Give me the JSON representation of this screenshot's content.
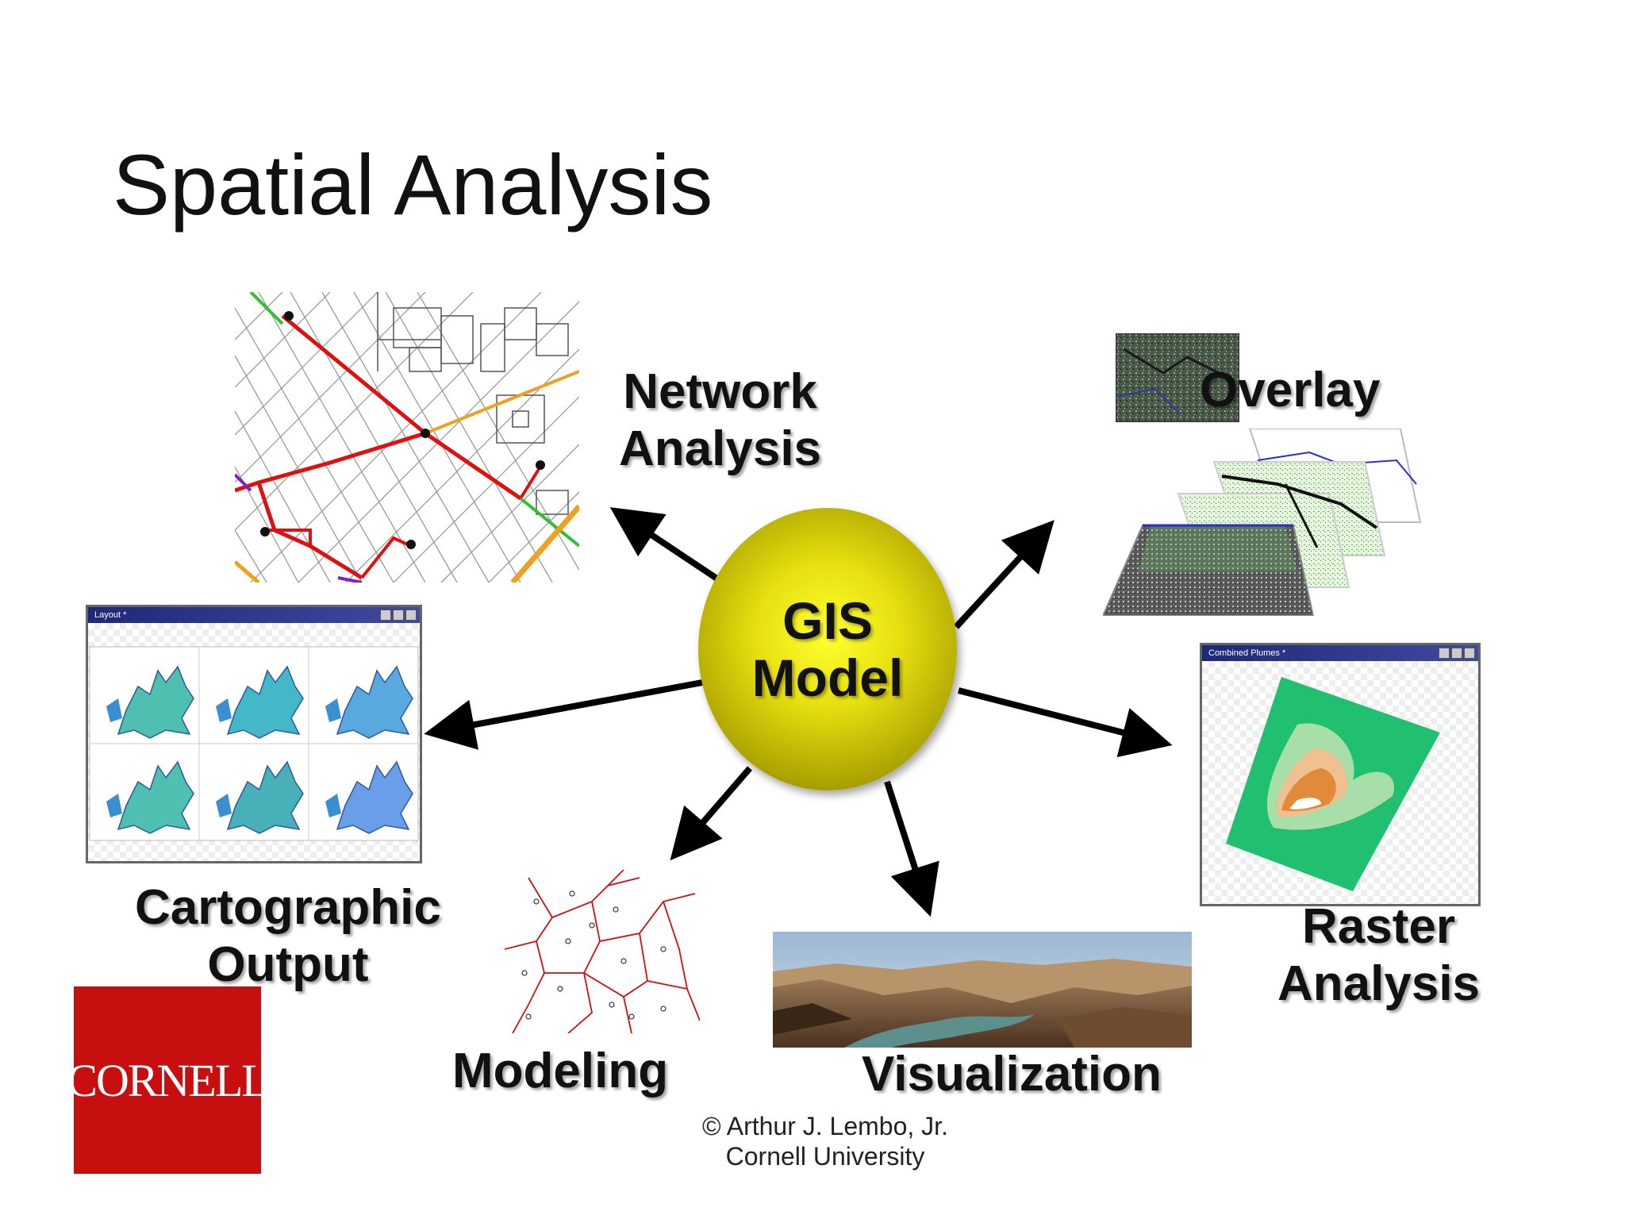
{
  "title": "Spatial Analysis",
  "center": {
    "line1": "GIS",
    "line2": "Model"
  },
  "nodes": {
    "network": {
      "line1": "Network",
      "line2": "Analysis"
    },
    "overlay": {
      "line1": "Overlay"
    },
    "cartographic": {
      "line1": "Cartographic",
      "line2": "Output"
    },
    "raster": {
      "line1": "Raster",
      "line2": "Analysis"
    },
    "modeling": {
      "line1": "Modeling"
    },
    "visualization": {
      "line1": "Visualization"
    }
  },
  "windows": {
    "layout_title": "Layout *",
    "raster_title": "Combined Plumes *"
  },
  "logo": {
    "text": "CORNELL"
  },
  "credit": {
    "line1": "© Arthur J. Lembo, Jr.",
    "line2": "Cornell University"
  },
  "colors": {
    "logo_red": "#c80f0f",
    "route_red": "#e01010",
    "route_orange": "#f0a020",
    "route_green": "#30c030",
    "ball_yellow": "#e8e010",
    "raster_green": "#20c070",
    "raster_orange": "#e08a3a"
  }
}
